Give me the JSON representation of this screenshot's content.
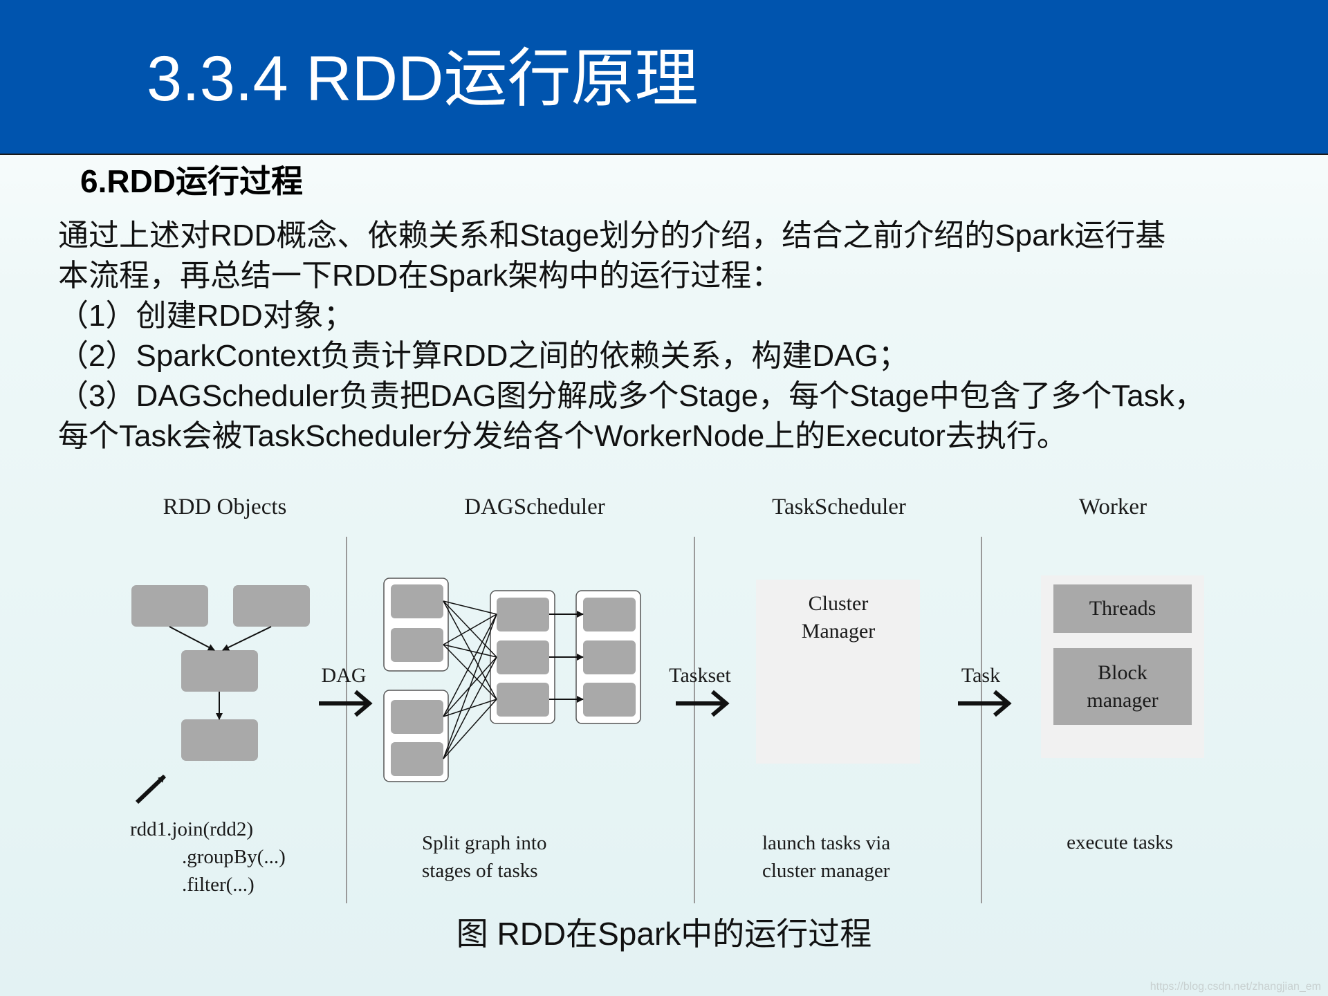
{
  "header": {
    "title": "3.3.4 RDD运行原理"
  },
  "section": {
    "heading": "6.RDD运行过程"
  },
  "body": {
    "lines": [
      "通过上述对RDD概念、依赖关系和Stage划分的介绍，结合之前介绍的Spark运行基",
      "本流程，再总结一下RDD在Spark架构中的运行过程：",
      "（1）创建RDD对象；",
      "（2）SparkContext负责计算RDD之间的依赖关系，构建DAG；",
      "（3）DAGScheduler负责把DAG图分解成多个Stage，每个Stage中包含了多个Task，",
      "每个Task会被TaskScheduler分发给各个WorkerNode上的Executor去执行。"
    ]
  },
  "diagram": {
    "columns": {
      "rdd_objects": "RDD Objects",
      "dag_scheduler": "DAGScheduler",
      "task_scheduler": "TaskScheduler",
      "worker": "Worker"
    },
    "arrows": {
      "dag": "DAG",
      "taskset": "Taskset",
      "task": "Task"
    },
    "cluster_manager": [
      "Cluster",
      "Manager"
    ],
    "worker_boxes": {
      "threads": "Threads",
      "block_manager": [
        "Block",
        "manager"
      ]
    },
    "code": [
      "rdd1.join(rdd2)",
      ".groupBy(...)",
      ".filter(...)"
    ],
    "descriptions": {
      "dag_scheduler": [
        "Split graph into",
        "stages of tasks"
      ],
      "task_scheduler": [
        "launch tasks via",
        "cluster manager"
      ],
      "worker": [
        "execute tasks"
      ]
    }
  },
  "caption": "图 RDD在Spark中的运行过程",
  "watermark": "https://blog.csdn.net/zhangjian_em"
}
